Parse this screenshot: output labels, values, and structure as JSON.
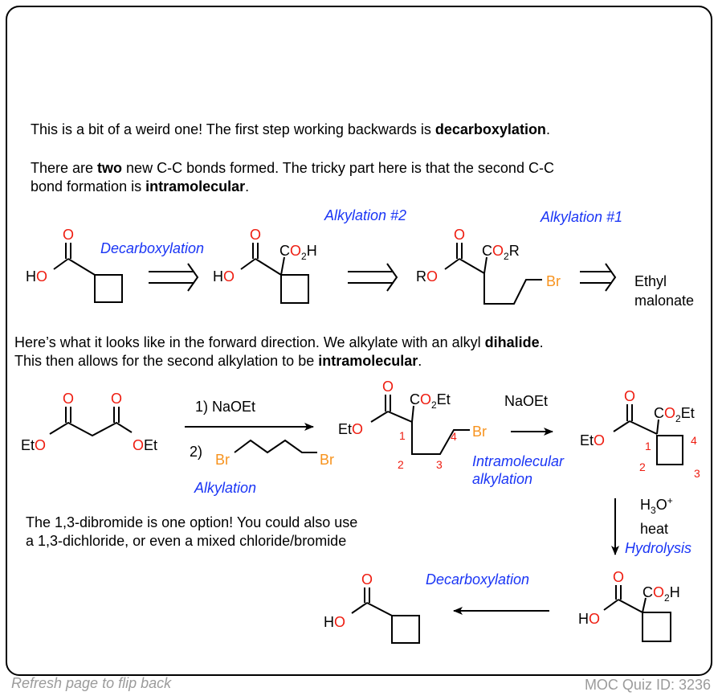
{
  "intro": {
    "line1_pre": "This is a bit of a weird one! The first step working backwards is ",
    "line1_bold": "decarboxylation",
    "line1_post": ".",
    "line2_pre": "There are ",
    "line2_bold": "two",
    "line2_post": " new C-C bonds formed. The tricky part here is that the second C-C",
    "line3_pre": "bond formation is ",
    "line3_bold": "intramolecular",
    "line3_post": "."
  },
  "retro": {
    "label_decarboxylation": "Decarboxylation",
    "label_alkylation2": "Alkylation #2",
    "label_alkylation1": "Alkylation #1",
    "ethyl": "Ethyl",
    "malonate": "malonate"
  },
  "forward_text": {
    "line1_pre": "Here’s what it looks like in the forward direction. We alkylate with an alkyl ",
    "line1_bold": "dihalide",
    "line1_post": ".",
    "line2_pre": "This then allows for the second alkylation to be ",
    "line2_bold": "intramolecular",
    "line2_post": "."
  },
  "forward": {
    "step1": "1) NaOEt",
    "step2": "2)",
    "label_alkylation": "Alkylation",
    "naoet": "NaOEt",
    "intramolecular": "Intramolecular",
    "alkylation": "alkylation",
    "h3o": "H",
    "h3o_sub": "3",
    "h3o_o": "O",
    "h3o_sup": "+",
    "heat": "heat",
    "hydrolysis": "Hydrolysis",
    "decarboxylation": "Decarboxylation",
    "note1": "The 1,3-dibromide is one option! You could also use",
    "note2": "a 1,3-dichloride, or even a mixed chloride/bromide"
  },
  "atoms": {
    "O": "O",
    "H": "H",
    "R": "R",
    "Et": "Et",
    "Br": "Br",
    "C": "C",
    "sub2": "2",
    "n1": "1",
    "n2": "2",
    "n3": "3",
    "n4": "4"
  },
  "footer": {
    "flip": "Refresh page to flip back",
    "quiz_id": "MOC Quiz ID: 3236"
  },
  "colors": {
    "accent_blue": "#1a35f5",
    "oxygen_red": "#ee1c10",
    "bromine_orange": "#f7931e"
  }
}
